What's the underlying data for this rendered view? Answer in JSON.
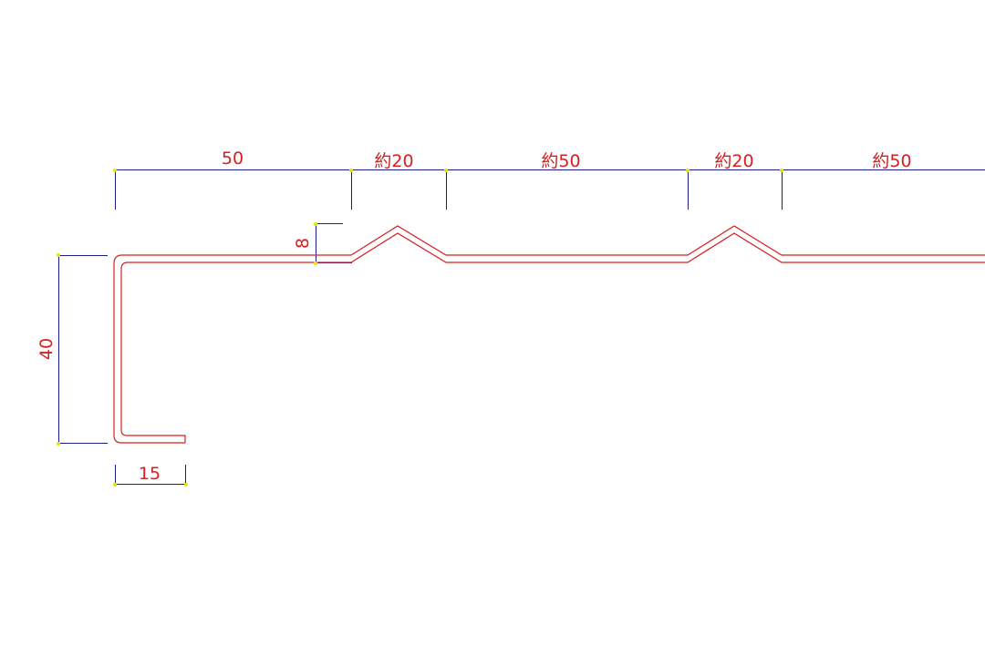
{
  "drawing": {
    "dimensions": {
      "top_1": "50",
      "top_2": "約20",
      "top_3": "約50",
      "top_4": "約20",
      "top_5": "約50",
      "rib_height": "8",
      "flange_height": "40",
      "return_width": "15"
    },
    "colors": {
      "profile": "#d81e1e",
      "dimension_line": "#1c1c8a",
      "dimension_text": "#d81e1e",
      "node": "#e6e600",
      "background": "#ffffff"
    }
  }
}
